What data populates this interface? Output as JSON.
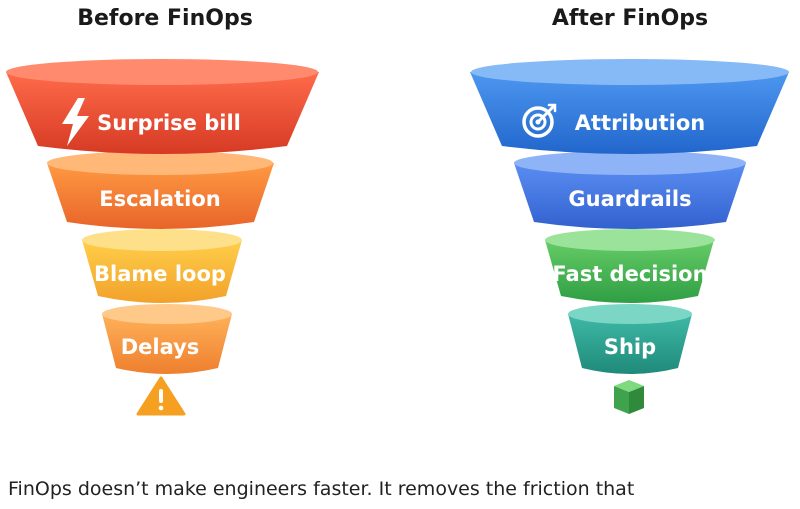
{
  "before": {
    "title": "Before FinOps",
    "stages": [
      {
        "label": "Surprise bill",
        "icon": "lightning-bolt-icon",
        "color_top": "#ff6b4a",
        "color_bottom": "#d63a24"
      },
      {
        "label": "Escalation",
        "icon": "",
        "color_top": "#ff9a42",
        "color_bottom": "#e8642a"
      },
      {
        "label": "Blame loop",
        "icon": "",
        "color_top": "#ffcf4a",
        "color_bottom": "#f2a12a"
      },
      {
        "label": "Delays",
        "icon": "",
        "color_top": "#ffb15a",
        "color_bottom": "#ee7f2e"
      }
    ],
    "end_icon": "warning-triangle-icon"
  },
  "after": {
    "title": "After FinOps",
    "stages": [
      {
        "label": "Attribution",
        "icon": "target-icon",
        "color_top": "#4d97f0",
        "color_bottom": "#2266cc"
      },
      {
        "label": "Guardrails",
        "icon": "",
        "color_top": "#5a8ef2",
        "color_bottom": "#3361cf"
      },
      {
        "label": "Fast decision",
        "icon": "",
        "color_top": "#66cc66",
        "color_bottom": "#2f9e44"
      },
      {
        "label": "Ship",
        "icon": "",
        "color_top": "#3fb9a6",
        "color_bottom": "#1f8a7a"
      }
    ],
    "end_icon": "box-icon"
  },
  "caption": "FinOps doesn’t make engineers faster. It removes the friction that"
}
